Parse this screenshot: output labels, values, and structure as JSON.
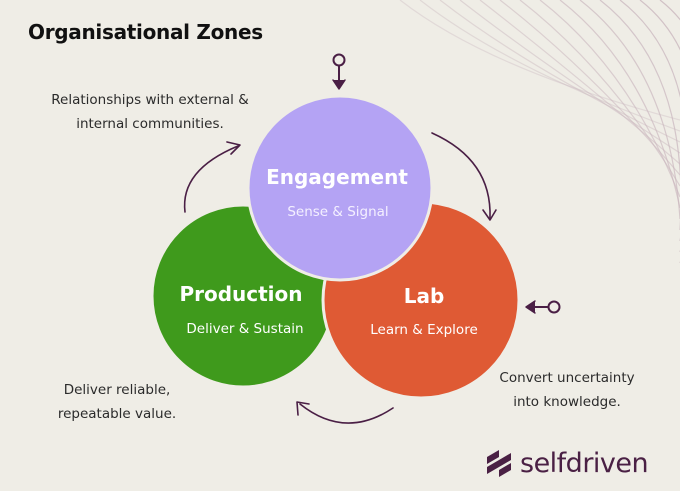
{
  "title": "Organisational Zones",
  "colors": {
    "background": "#efede6",
    "engagement": "#b4a3f4",
    "production": "#3f9a1c",
    "lab": "#df5a34",
    "arrow": "#4a1f45",
    "stripes": "#c9b5bd",
    "text": "#111111"
  },
  "zones": {
    "engagement": {
      "name": "Engagement",
      "subtitle": "Sense & Signal"
    },
    "production": {
      "name": "Production",
      "subtitle": "Deliver & Sustain"
    },
    "lab": {
      "name": "Lab",
      "subtitle": "Learn & Explore"
    }
  },
  "notes": {
    "engagement": [
      "Relationships with external &",
      "internal communities."
    ],
    "production": [
      "Deliver reliable,",
      "repeatable value."
    ],
    "lab": [
      "Convert uncertainty",
      "into knowledge."
    ]
  },
  "brand": {
    "name": "selfdriven",
    "icon": "selfdriven-logo-icon"
  }
}
